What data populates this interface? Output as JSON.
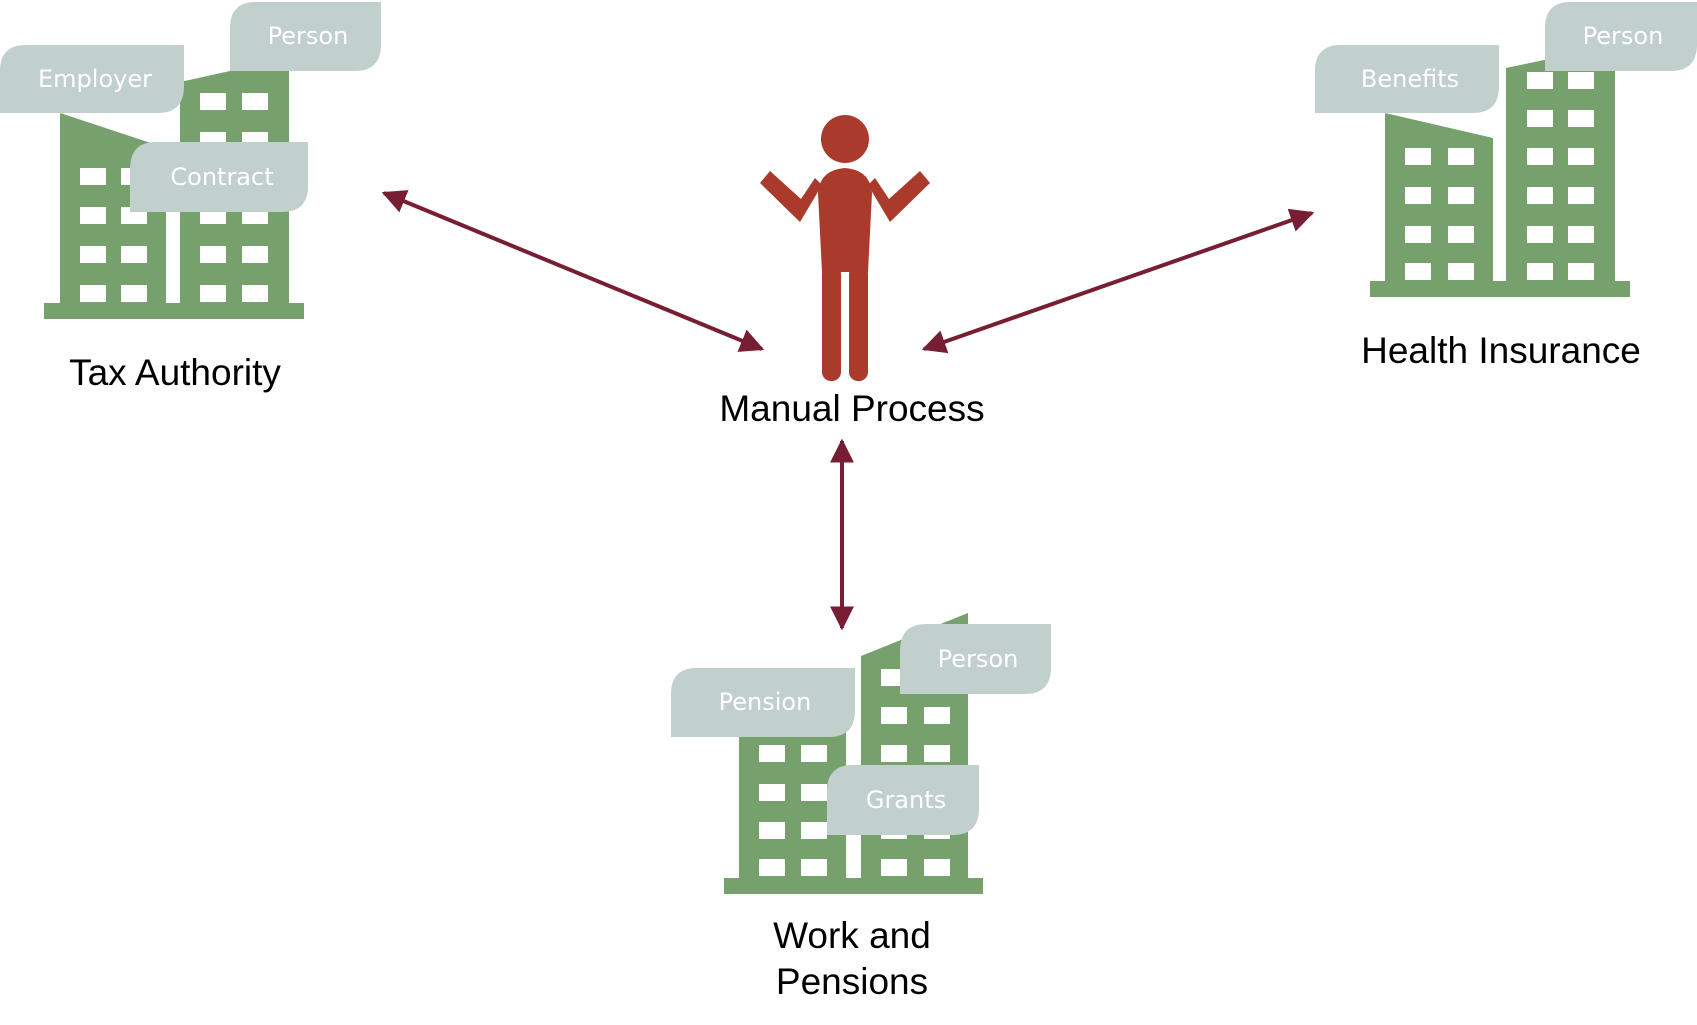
{
  "colors": {
    "building": "#76a06c",
    "window": "#ffffff",
    "bubble": "#c1cfcd",
    "bubble_text": "#ffffff",
    "person": "#a93a2c",
    "arrow": "#781e32",
    "label": "#000000"
  },
  "center": {
    "icon": "person-shrugging-icon",
    "label": "Manual Process"
  },
  "tax_authority": {
    "icon": "office-building-icon",
    "label": "Tax Authority",
    "bubbles": {
      "employer": "Employer",
      "person": "Person",
      "contract": "Contract"
    }
  },
  "health_insurance": {
    "icon": "office-building-icon",
    "label": "Health Insurance",
    "bubbles": {
      "benefits": "Benefits",
      "person": "Person"
    }
  },
  "work_pensions": {
    "icon": "office-building-icon",
    "label_line1": "Work and",
    "label_line2": "Pensions",
    "bubbles": {
      "pension": "Pension",
      "person": "Person",
      "grants": "Grants"
    }
  }
}
